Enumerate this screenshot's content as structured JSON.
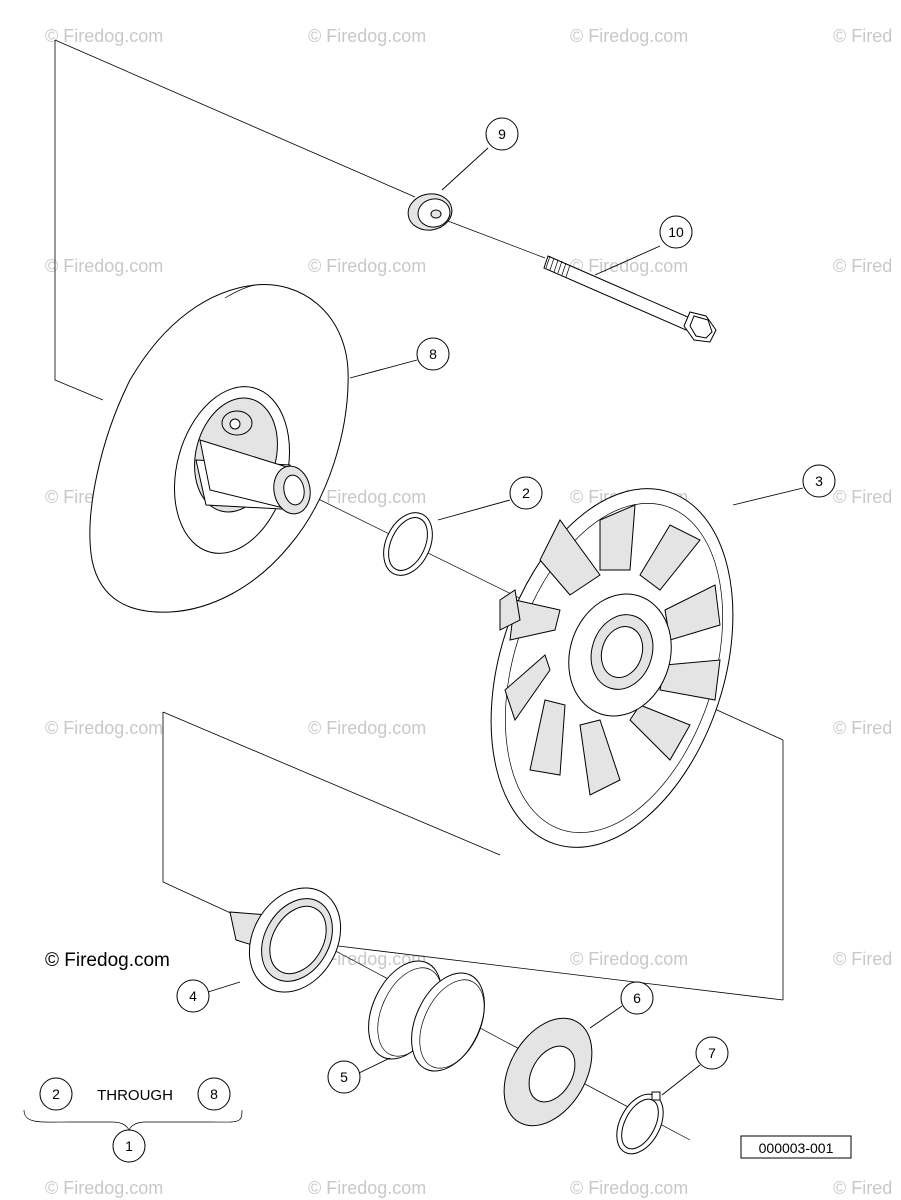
{
  "watermarks": {
    "text": "© Firedog.com",
    "cut_text": "© Fired",
    "main_text": "© Firedog.com"
  },
  "callouts": {
    "c1": "1",
    "c2": "2",
    "c3": "3",
    "c4": "4",
    "c5": "5",
    "c6": "6",
    "c7": "7",
    "c8": "8",
    "c9": "9",
    "c10": "10"
  },
  "legend": {
    "from": "2",
    "through_label": "THROUGH",
    "to": "8",
    "assembly": "1"
  },
  "figure_id": "000003-001"
}
